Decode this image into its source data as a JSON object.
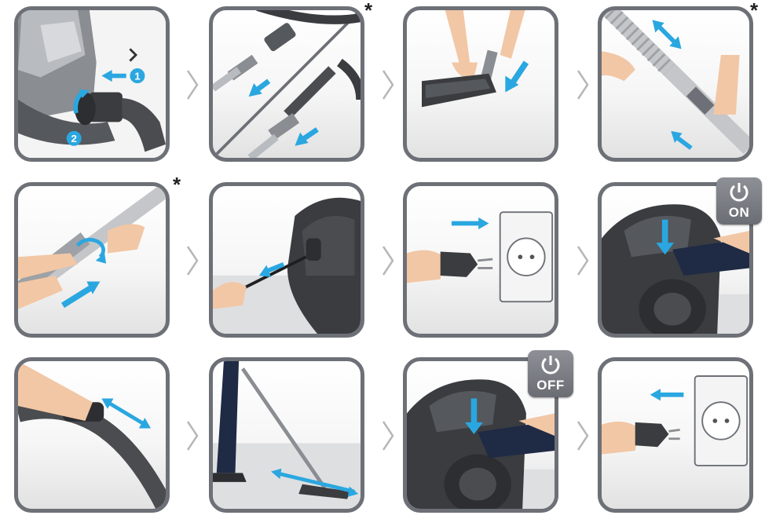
{
  "colors": {
    "frame": "#6d7077",
    "arrow": "#2aa7e0",
    "device": "#3a3c40",
    "skin": "#f2c7a5"
  },
  "steps": {
    "step1": {
      "badges": [
        "1",
        "2"
      ]
    },
    "optional_marker": "*",
    "power_on": {
      "icon": "power-icon",
      "label": "ON"
    },
    "power_off": {
      "icon": "power-icon",
      "label": "OFF"
    }
  }
}
